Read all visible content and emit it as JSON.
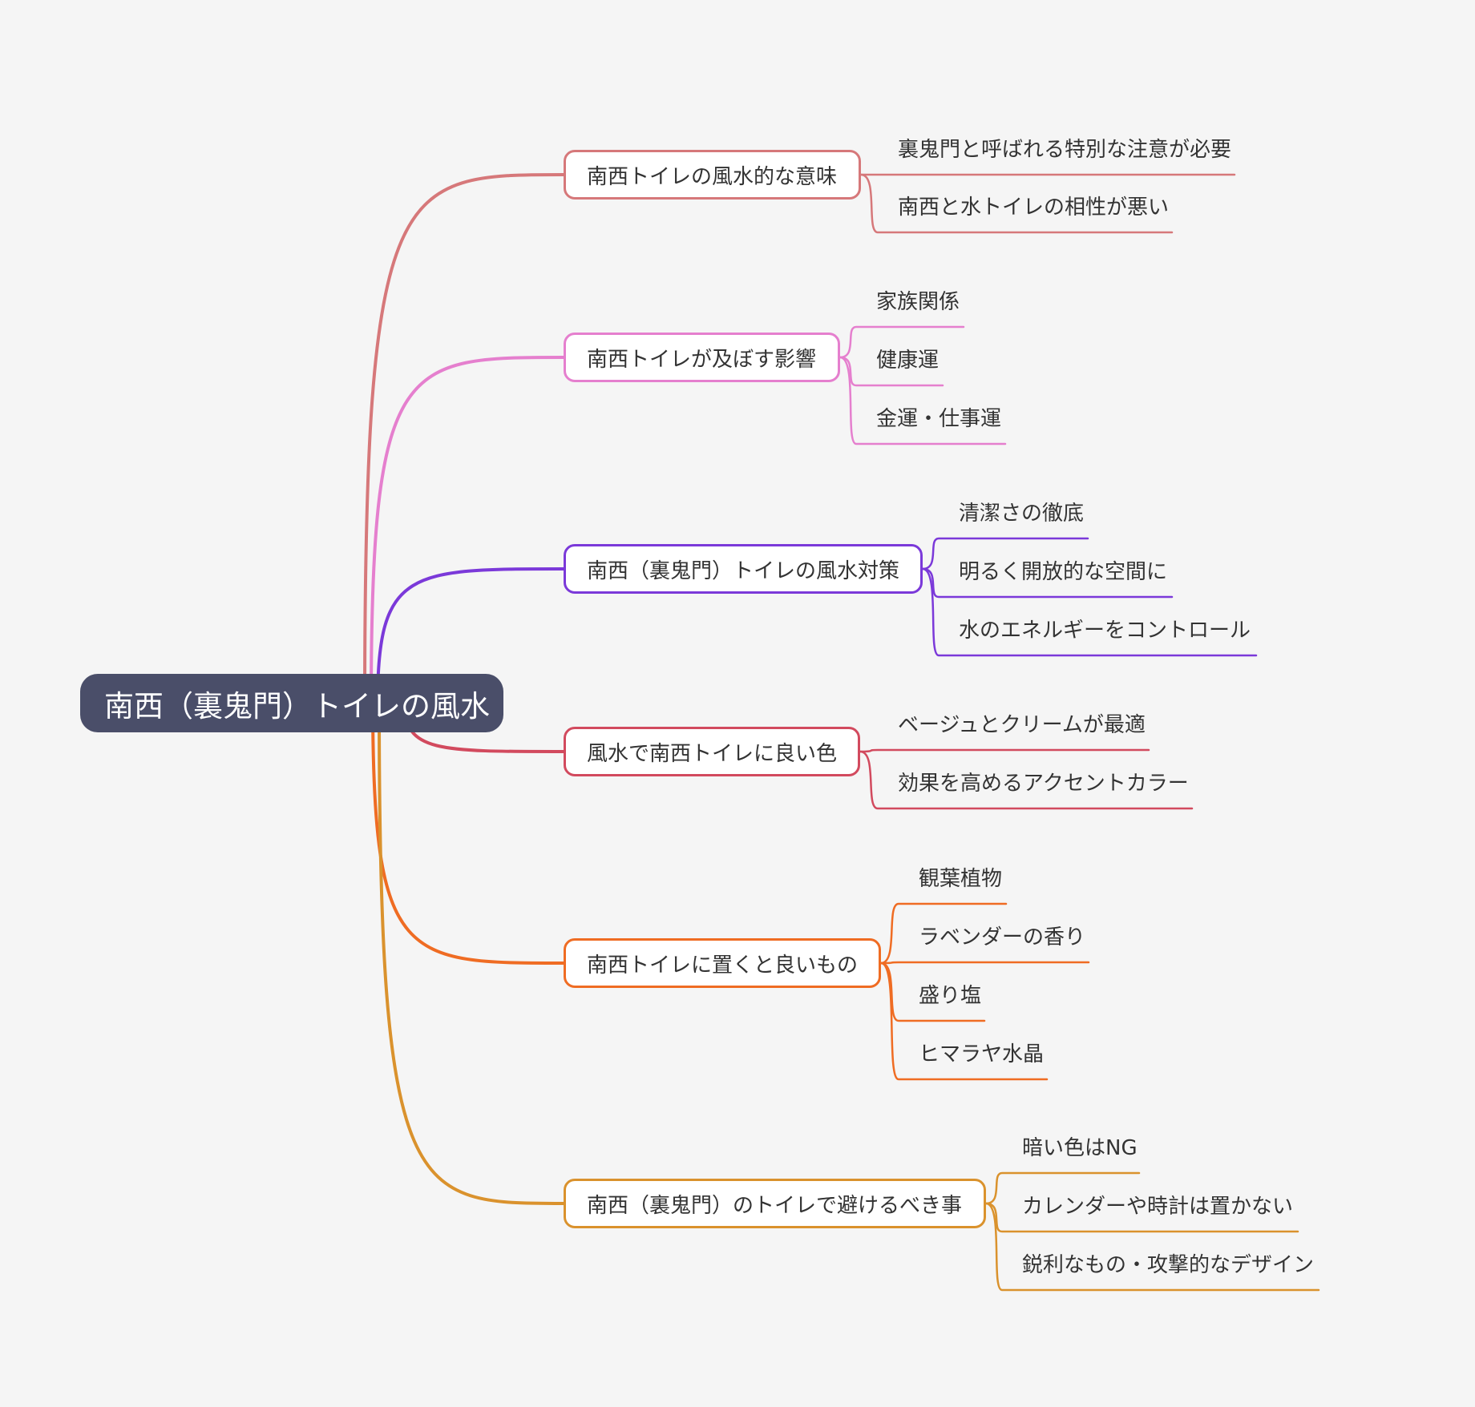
{
  "root": {
    "label": "南西（裏鬼門）トイレの風水"
  },
  "branches": [
    {
      "label": "南西トイレの風水的な意味",
      "color": "#d6787a",
      "children": [
        "裏鬼門と呼ばれる特別な注意が必要",
        "南西と水トイレの相性が悪い"
      ]
    },
    {
      "label": "南西トイレが及ぼす影響",
      "color": "#e57fce",
      "children": [
        "家族関係",
        "健康運",
        "金運・仕事運"
      ]
    },
    {
      "label": "南西（裏鬼門）トイレの風水対策",
      "color": "#7b39d9",
      "children": [
        "清潔さの徹底",
        "明るく開放的な空間に",
        "水のエネルギーをコントロール"
      ]
    },
    {
      "label": "風水で南西トイレに良い色",
      "color": "#d24a5e",
      "children": [
        "ベージュとクリームが最適",
        "効果を高めるアクセントカラー"
      ]
    },
    {
      "label": "南西トイレに置くと良いもの",
      "color": "#ef6c23",
      "children": [
        "観葉植物",
        "ラベンダーの香り",
        "盛り塩",
        "ヒマラヤ水晶"
      ]
    },
    {
      "label": "南西（裏鬼門）のトイレで避けるべき事",
      "color": "#da922d",
      "children": [
        "暗い色はNG",
        "カレンダーや時計は置かない",
        "鋭利なもの・攻撃的なデザイン"
      ]
    }
  ]
}
